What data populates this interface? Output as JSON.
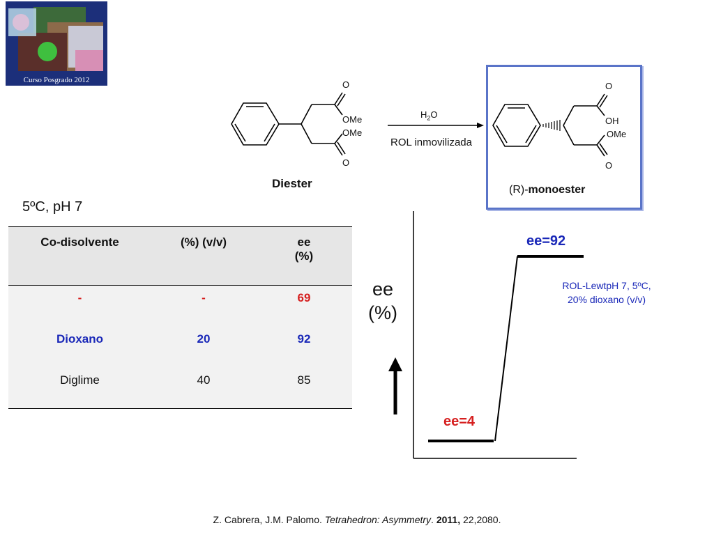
{
  "logo": {
    "caption": "Curso Posgrado 2012"
  },
  "scheme": {
    "reactant_label": "Diester",
    "reactant_groups": {
      "o_top": "O",
      "ome_top": "OMe",
      "ome_bottom": "OMe",
      "o_bottom": "O"
    },
    "reagent": {
      "h": "H",
      "sub": "2",
      "o": "O"
    },
    "catalyst": "ROL inmovilizada",
    "product_prefix": "(R)-",
    "product_label": "monoester",
    "product_groups": {
      "o_top": "O",
      "oh": "OH",
      "ome": "OMe",
      "o_bottom": "O"
    }
  },
  "condition": "5ºC, pH 7",
  "table": {
    "headers": [
      "Co-disolvente",
      "(%) (v/v)",
      "ee\n(%)"
    ],
    "header_ee_line1": "ee",
    "header_ee_line2": "(%)",
    "rows": [
      {
        "solvent": "-",
        "percent": "-",
        "ee": "69"
      },
      {
        "solvent": "Dioxano",
        "percent": "20",
        "ee": "92"
      },
      {
        "solvent": "Diglime",
        "percent": "40",
        "ee": "85"
      }
    ]
  },
  "graph": {
    "axis_label_line1": "ee",
    "axis_label_line2": "(%)",
    "low_label": "ee=4",
    "high_label": "ee=92",
    "low_value": 4,
    "high_value": 92,
    "annotation_line1": "ROL-LewtpH 7, 5ºC,",
    "annotation_line2": "20% dioxano (v/v)"
  },
  "reference": {
    "authors": "Z. Cabrera, J.M. Palomo. ",
    "journal": "Tetrahedron: Asymmetry",
    "sep": ". ",
    "year": "2011,",
    "volume_pages": " 22,2080."
  },
  "colors": {
    "red": "#d62020",
    "blue": "#1a28b8",
    "box": "#5a74c8",
    "table_header": "#e6e6e6"
  }
}
